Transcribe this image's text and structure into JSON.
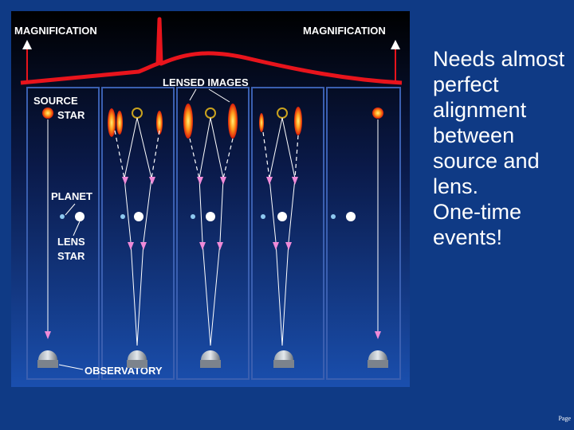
{
  "figure": {
    "labels": {
      "magnification_left": "MAGNIFICATION",
      "magnification_right": "MAGNIFICATION",
      "lensed_images": "LENSED IMAGES",
      "source_star_line1": "SOURCE",
      "source_star_line2": "STAR",
      "planet": "PLANET",
      "lens_star_line1": "LENS",
      "lens_star_line2": "STAR",
      "observatory": "OBSERVATORY"
    },
    "panel_count": 5,
    "colors": {
      "background_top": "#000000",
      "background_bottom": "#1a4fae",
      "magnification_curve": "#e8141c",
      "ray": "#ffffff",
      "arrowhead": "#f08ad8",
      "panel_border": "#3a5fb0",
      "star": "#f5a623",
      "planet": "#8ec9f0"
    }
  },
  "text": {
    "bullet_1": "Needs almost perfect alignment between source and lens.",
    "bullet_2": "One-time events!",
    "page_label": "Page"
  }
}
